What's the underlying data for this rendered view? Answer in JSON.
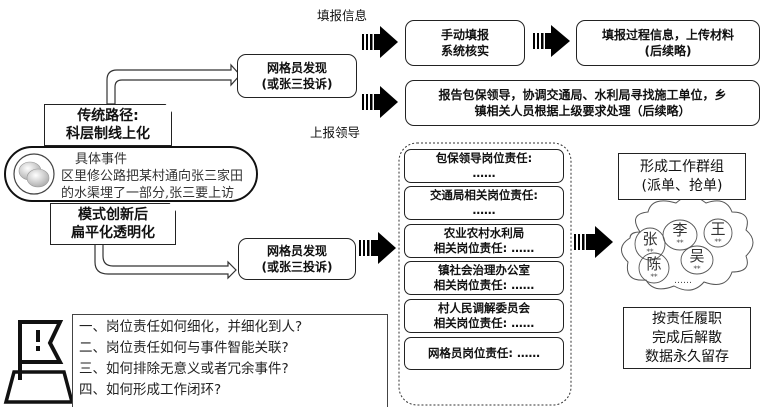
{
  "edge_labels": {
    "fill_info": "填报信息",
    "report_leader": "上报领导"
  },
  "traditional": {
    "tag": [
      "传统路径:",
      "科层制线上化"
    ],
    "grid_box": [
      "网格员发现",
      "(或张三投诉)"
    ],
    "manual_box": [
      "手动填报",
      "系统核实"
    ],
    "process_box": [
      "填报过程信息，上传材料",
      "(后续略)"
    ],
    "report_box": [
      "报告包保领导，协调交通局、水利局寻找施工单位，乡",
      "镇相关人员根据上级要求处理（后续略）"
    ]
  },
  "event": {
    "icon": "chat-bubbles-icon",
    "title": "具体事件",
    "lines": [
      "区里修公路把某村通向张三家田",
      "的水渠埋了一部分,张三要上访"
    ]
  },
  "innovative": {
    "tag": [
      "模式创新后",
      "扁平化透明化"
    ],
    "grid_box": [
      "网格员发现",
      "(或张三投诉)"
    ]
  },
  "responsibilities": [
    {
      "lines": [
        "包保领导岗位责任:",
        "……"
      ]
    },
    {
      "lines": [
        "交通局相关岗位责任:",
        "……"
      ]
    },
    {
      "lines": [
        "农业农村水利局",
        "相关岗位责任: ……"
      ]
    },
    {
      "lines": [
        "镇社会治理办公室",
        "相关岗位责任: ……"
      ]
    },
    {
      "lines": [
        "村人民调解委员会",
        "相关岗位责任: ……"
      ]
    },
    {
      "lines": [
        "网格员岗位责任: ……"
      ]
    }
  ],
  "workgroup": {
    "title": [
      "形成工作群组",
      "(派单、抢单)"
    ],
    "members": [
      {
        "name": "张",
        "stars": "**"
      },
      {
        "name": "李",
        "stars": "**"
      },
      {
        "name": "王",
        "stars": "**"
      },
      {
        "name": "陈",
        "stars": "**"
      },
      {
        "name": "吴",
        "stars": "**"
      }
    ],
    "more": "……",
    "outcome": [
      "按责任履职",
      "完成后解散",
      "数据永久留存"
    ]
  },
  "questions": {
    "icon": "warning-flag-icon",
    "items": [
      "一、岗位责任如何细化，并细化到人?",
      "二、岗位责任如何与事件智能关联?",
      "三、如何排除无意义或者冗余事件?",
      "四、如何形成工作闭环?"
    ]
  }
}
